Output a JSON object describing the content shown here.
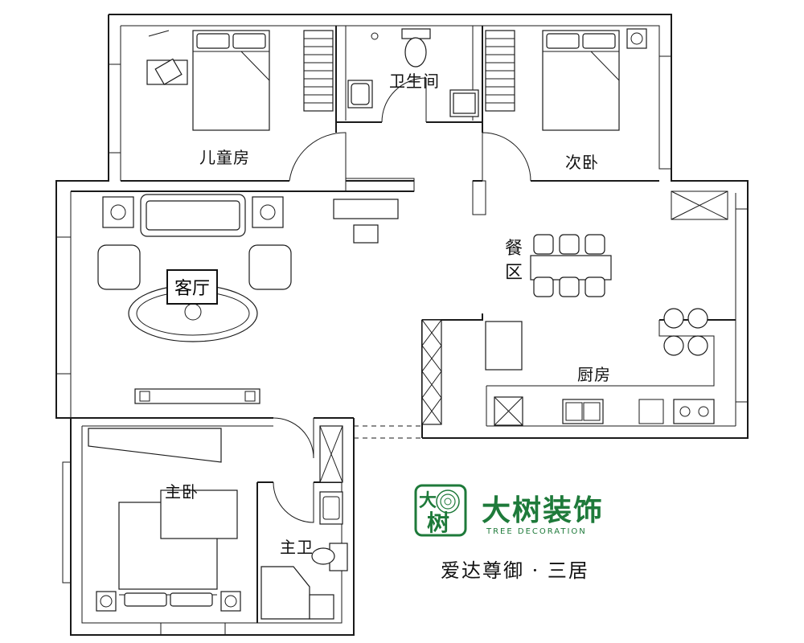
{
  "rooms": {
    "children_room": "儿童房",
    "bathroom": "卫生间",
    "second_bedroom": "次卧",
    "living_room": "客厅",
    "dining": "餐区",
    "kitchen": "厨房",
    "master_bedroom": "主卧",
    "master_bath": "主卫"
  },
  "brand": {
    "logo_chars": "大树",
    "name": "大树装饰",
    "english": "TREE DECORATION",
    "color": "#1e7a3a"
  },
  "project": {
    "title": "爱达尊御 · 三居"
  }
}
